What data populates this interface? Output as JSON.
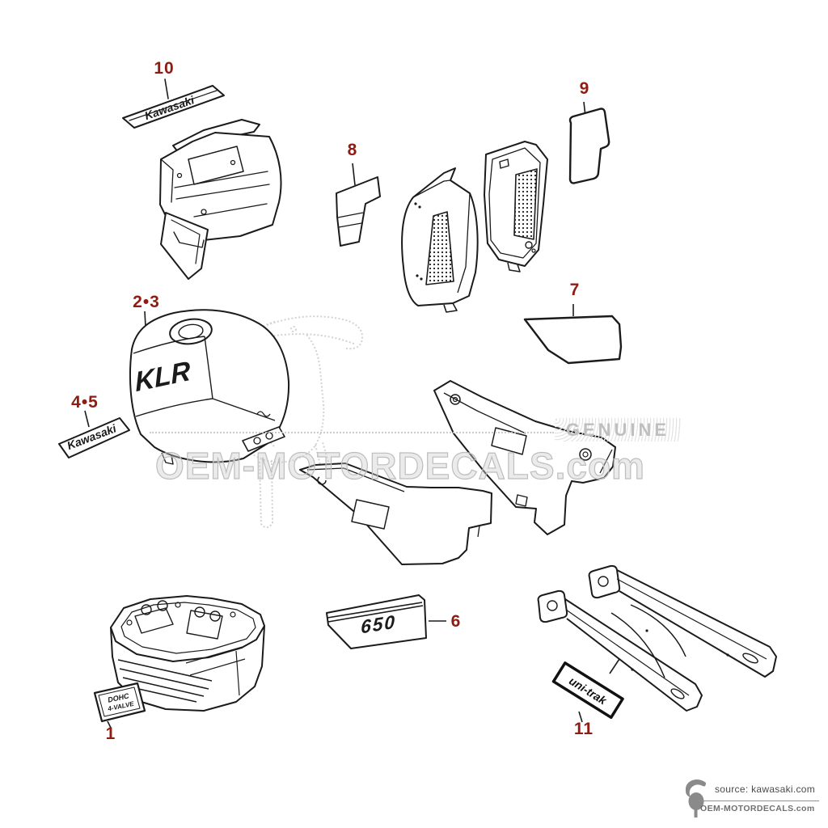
{
  "diagram": {
    "callouts": {
      "c1": "1",
      "c23": "2•3",
      "c45": "4•5",
      "c6": "6",
      "c7": "7",
      "c8": "8",
      "c9": "9",
      "c10": "10",
      "c11": "11"
    },
    "decals": {
      "cowling_kawasaki": "Kawasaki",
      "tank_graphic": "KLR",
      "tank_kawasaki": "Kawasaki",
      "engine_line1": "DOHC",
      "engine_line2": "4-VALVE",
      "displacement": "650",
      "swingarm": "uni-trak"
    }
  },
  "watermark": {
    "genuine": "GENUINE",
    "site": "OEM-MOTORDECALS.com"
  },
  "footer": {
    "source": "source: kawasaki.com",
    "site": "OEM-MOTORDECALS.com"
  },
  "colors": {
    "callout": "#8e1c12",
    "line": "#1b1b1b",
    "watermark": "#cfcfcf"
  }
}
